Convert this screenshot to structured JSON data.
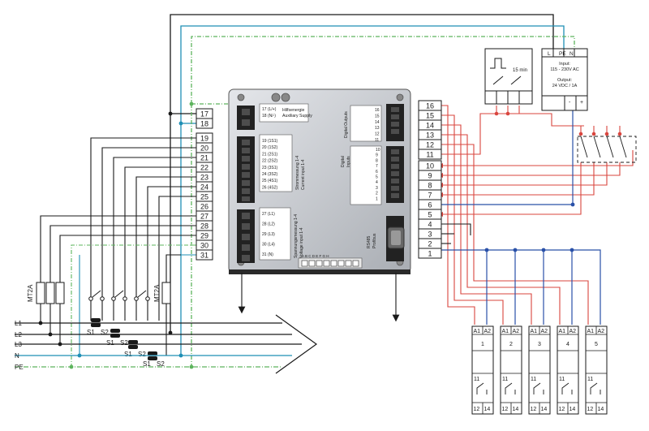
{
  "bus": {
    "lines": [
      "L1",
      "L2",
      "L3",
      "N",
      "PE"
    ],
    "ct_labels": [
      "S1",
      "S2",
      "S1",
      "S2",
      "S1",
      "S2",
      "S1",
      "S2"
    ],
    "fuse_label_left": "MT2A",
    "fuse_label_right": "MT2A"
  },
  "left_terminals": [
    "17",
    "18",
    "19",
    "20",
    "21",
    "22",
    "23",
    "24",
    "25",
    "26",
    "27",
    "28",
    "29",
    "30",
    "31"
  ],
  "right_terminals": [
    "16",
    "15",
    "14",
    "13",
    "12",
    "11",
    "10",
    "9",
    "8",
    "7",
    "6",
    "5",
    "4",
    "3",
    "2",
    "1"
  ],
  "device": {
    "aux_lines": [
      "17 (L/+)",
      "18 (N/-)"
    ],
    "aux_label": [
      "Hilfsenergie",
      "Auxiliary Supply"
    ],
    "current_lines": [
      "19 (1S1)",
      "20 (1S2)",
      "21 (2S1)",
      "22 (2S2)",
      "23 (3S1)",
      "24 (3S2)",
      "25 (4S1)",
      "26 (4S2)"
    ],
    "current_label": [
      "Strommessung 1-4",
      "Current input 1-4"
    ],
    "voltage_lines": [
      "27 (L1)",
      "28 (L2)",
      "29 (L3)",
      "30 (L4)",
      "31 (N)"
    ],
    "voltage_label": [
      "Spannungsmessung 1-4",
      "Voltage input 1-4"
    ],
    "dout_label": [
      "Digital Outputs"
    ],
    "dout_nums": [
      "16",
      "15",
      "14",
      "13",
      "12",
      "11"
    ],
    "din_label": [
      "Digital",
      "Inputs"
    ],
    "din_nums": [
      "10",
      "9",
      "8",
      "7",
      "6",
      "5",
      "4",
      "3",
      "2",
      "1"
    ],
    "rs485_label": [
      "RS485",
      "Profibus"
    ],
    "led_label": "A B C D E F G H"
  },
  "timer": {
    "label": "15 min"
  },
  "psu": {
    "terms": [
      "L",
      "PE",
      "N"
    ],
    "input_lines": [
      "Input:",
      "115 - 230V AC"
    ],
    "output_lines": [
      "Output:",
      "24 VDC / 1A"
    ],
    "out_terms": [
      "-",
      "+"
    ]
  },
  "relays": {
    "coil_terms": [
      "A1",
      "A2"
    ],
    "contact_terms": [
      "11",
      "12",
      "14"
    ],
    "numbers": [
      "1",
      "2",
      "3",
      "4",
      "5"
    ]
  },
  "colors": {
    "black": "#1a1a1a",
    "cyan": "#1f8fb5",
    "green": "#5db45d",
    "red": "#d9453e",
    "blue": "#2950a8",
    "device": "#c9ccd1"
  }
}
